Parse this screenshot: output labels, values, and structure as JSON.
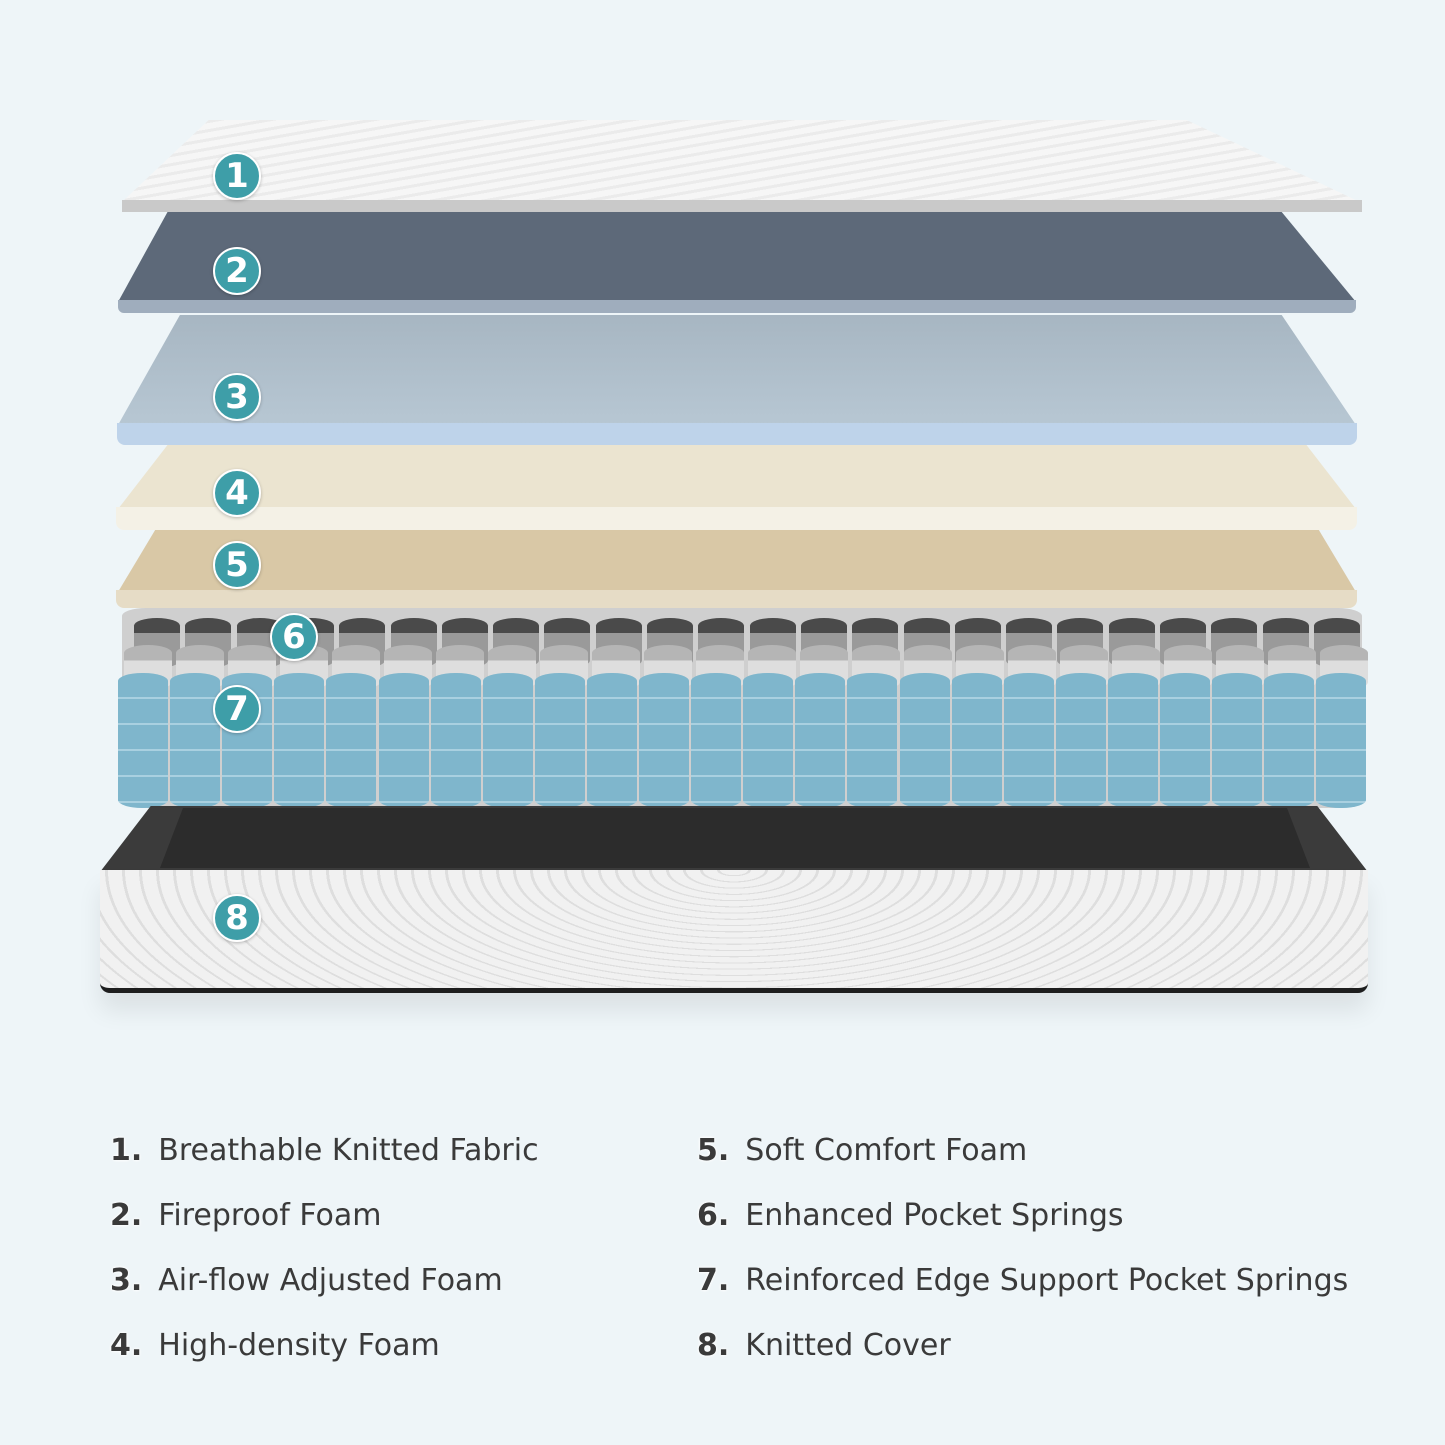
{
  "layers": [
    {
      "number": "1",
      "label": "Breathable Knitted Fabric"
    },
    {
      "number": "2",
      "label": "Fireproof Foam"
    },
    {
      "number": "3",
      "label": "Air-flow Adjusted Foam"
    },
    {
      "number": "4",
      "label": "High-density Foam"
    },
    {
      "number": "5",
      "label": "Soft Comfort Foam"
    },
    {
      "number": "6",
      "label": "Enhanced Pocket Springs"
    },
    {
      "number": "7",
      "label": "Reinforced Edge Support Pocket Springs"
    },
    {
      "number": "8",
      "label": "Knitted Cover"
    }
  ],
  "legend_numbers": [
    "1.",
    "2.",
    "3.",
    "4.",
    "5.",
    "6.",
    "7.",
    "8."
  ],
  "colors": {
    "badge": "#3e9ea8",
    "spring_blue": "#7fb6cc",
    "text": "#3a3a3a"
  }
}
